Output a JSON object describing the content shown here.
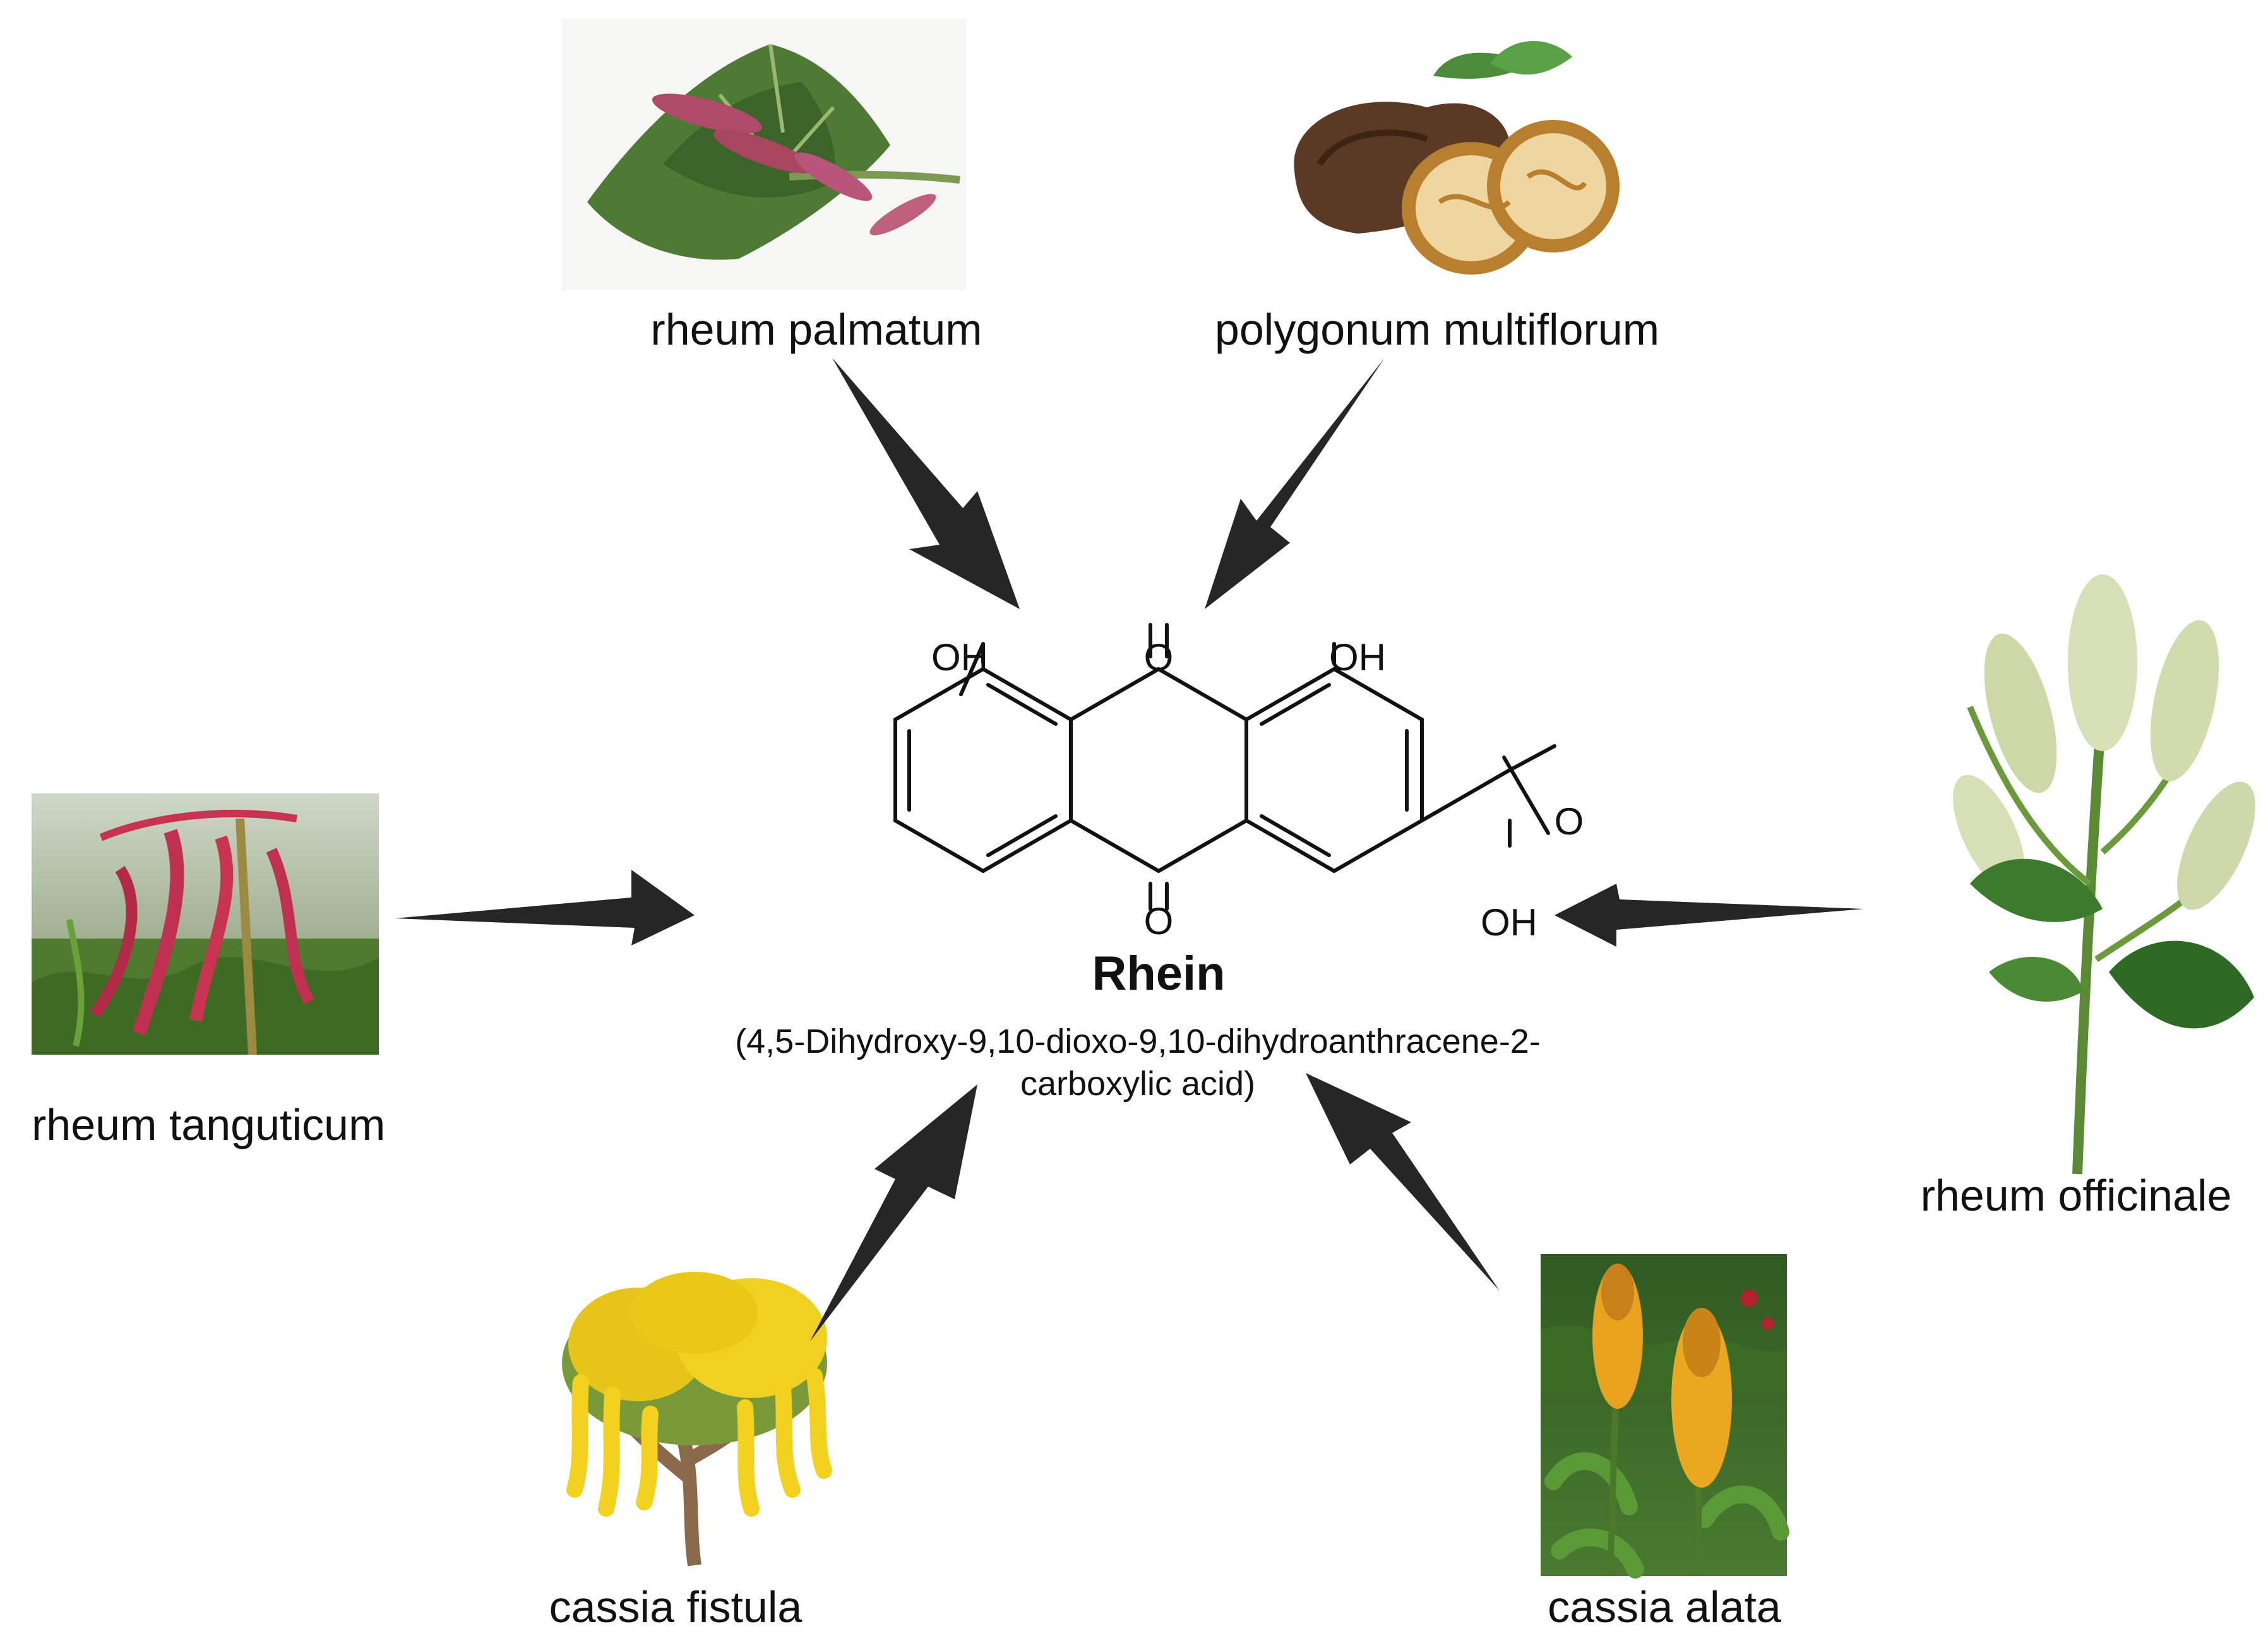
{
  "compound": {
    "name": "Rhein",
    "iupac_line1": "(4,5-Dihydroxy-9,10-dioxo-9,10-dihydroanthracene-2-",
    "iupac_line2": "carboxylic acid)",
    "atoms": {
      "oh": "OH",
      "o": "O"
    }
  },
  "plants": [
    {
      "id": "rheum-palmatum",
      "label": "rheum palmatum"
    },
    {
      "id": "polygonum-multiflorum",
      "label": "polygonum multiflorum"
    },
    {
      "id": "rheum-tanguticum",
      "label": "rheum tanguticum"
    },
    {
      "id": "rheum-officinale",
      "label": "rheum officinale"
    },
    {
      "id": "cassia-fistula",
      "label": "cassia fistula"
    },
    {
      "id": "cassia-alata",
      "label": "cassia alata"
    }
  ],
  "colors": {
    "arrow": "#262626",
    "text": "#111111",
    "background": "#ffffff"
  }
}
